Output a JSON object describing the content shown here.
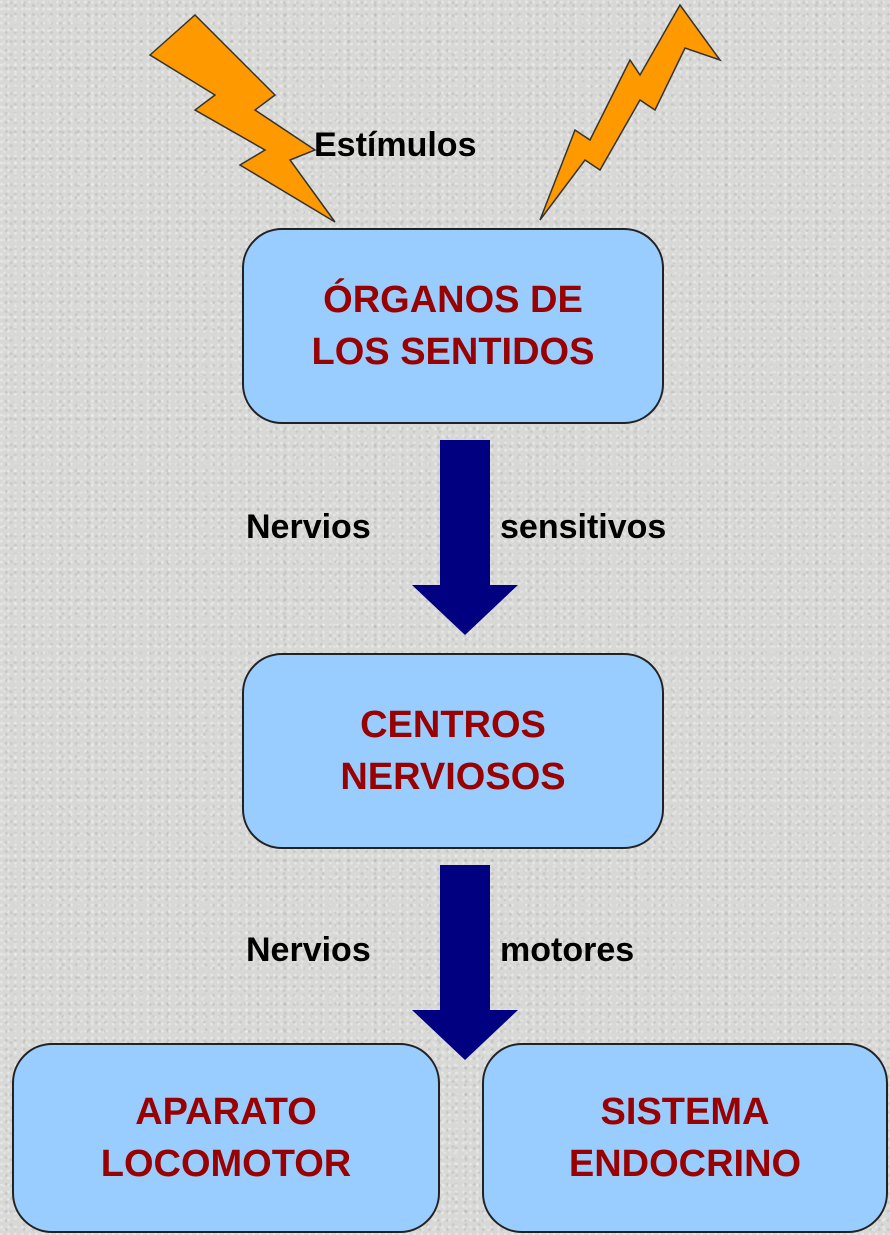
{
  "stimulus_label": "Estímulos",
  "organos_box": {
    "line1": "ÓRGANOS DE",
    "line2": "LOS SENTIDOS"
  },
  "sensitive_nerves": {
    "left": "Nervios",
    "right": "sensitivos"
  },
  "centros_box": {
    "line1": "CENTROS",
    "line2": "NERVIOSOS"
  },
  "motor_nerves": {
    "left": "Nervios",
    "right": "motores"
  },
  "aparato_box": {
    "line1": "APARATO",
    "line2": "LOCOMOTOR"
  },
  "sistema_box": {
    "line1": "SISTEMA",
    "line2": "ENDOCRINO"
  },
  "colors": {
    "box_fill": "#99ccff",
    "box_text": "#990000",
    "arrow": "#000080",
    "lightning": "#ff9900"
  },
  "icons": [
    "lightning-bolt-icon",
    "down-arrow-icon"
  ]
}
